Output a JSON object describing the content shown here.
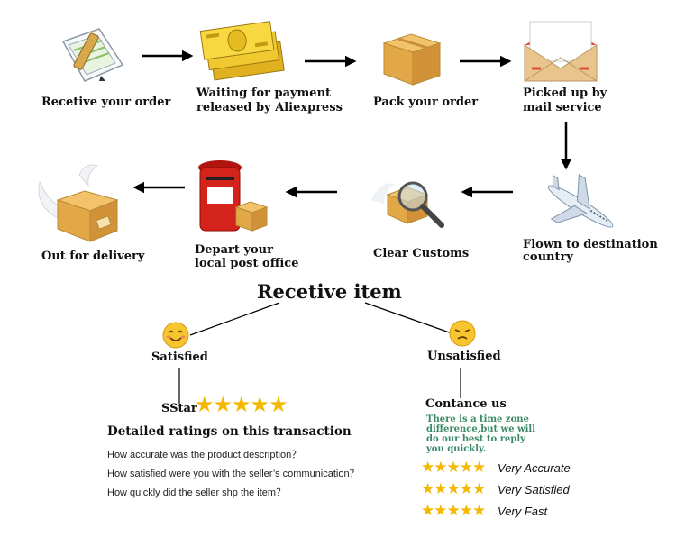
{
  "steps": {
    "receive_order": "Recetive your order",
    "waiting_payment": [
      "Waiting for payment",
      "released by Aliexpress"
    ],
    "pack_order": "Pack your order",
    "picked_up": [
      "Picked up by",
      "mail service"
    ],
    "flown": [
      "Flown to destination",
      "country"
    ],
    "clear_customs": "Clear Customs",
    "depart": [
      "Depart your",
      "local post office"
    ],
    "out_delivery": "Out for delivery"
  },
  "receive_item": "Recetive item",
  "satisfied": {
    "label": "Satisfied",
    "star_label": "SStar",
    "stars": "★★★★★",
    "ratings_title": "Detailed ratings on this transaction",
    "questions": [
      "How accurate was the product description？",
      "How satisfied were you with the seller’s communication？",
      "How quickly did the seller shp the item？"
    ]
  },
  "unsatisfied": {
    "label": "Unsatisfied",
    "contact": "Contance us",
    "note": [
      "There is a time zone",
      "difference,but we will",
      "do  our best to reply",
      "you quickly."
    ],
    "ratings": [
      {
        "stars": "★★★★★",
        "text": "Very Accurate"
      },
      {
        "stars": "★★★★★",
        "text": "Very Satisfied"
      },
      {
        "stars": "★★★★★",
        "text": "Very Fast"
      }
    ]
  },
  "colors": {
    "star": "#f5b800",
    "note": "#3a8a66",
    "arrow": "#000000"
  }
}
